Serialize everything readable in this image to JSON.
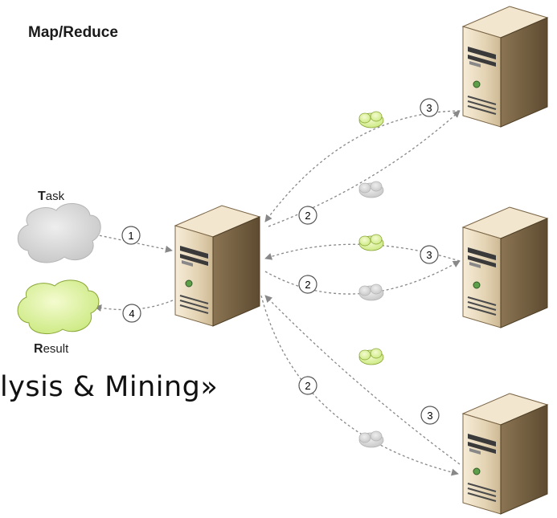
{
  "diagram": {
    "title": "Map/Reduce",
    "task_label": {
      "first": "T",
      "rest": "ask"
    },
    "result_label": {
      "first": "R",
      "rest": "esult"
    },
    "overlay_text": "lysis & Mining»",
    "step_labels": [
      "1",
      "2",
      "3",
      "4"
    ]
  },
  "colors": {
    "server_light": "#e9dcc3",
    "server_dark": "#7a6546",
    "cloud_task": "#d4d4d4",
    "cloud_result": "#e4f5a3",
    "connector": "#888888"
  }
}
